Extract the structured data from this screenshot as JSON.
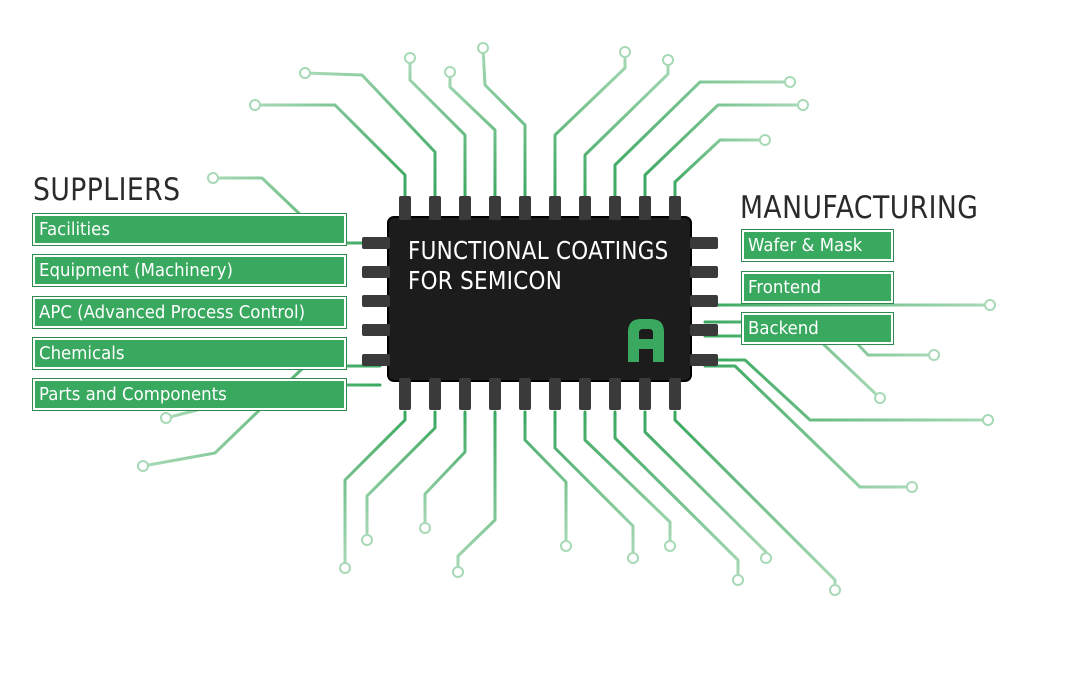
{
  "colors": {
    "trace": "#3aa85f",
    "trace_light": "#a8d9b6",
    "chip_body": "#1c1c1c",
    "pin_dark": "#3a3a3a",
    "label_fill": "#38a95f",
    "heading": "#2b2b2b"
  },
  "chip": {
    "title_line1": "FUNCTIONAL COATINGS",
    "title_line2": "FOR SEMICON",
    "logo_icon": "green-a-logo-icon"
  },
  "suppliers": {
    "heading": "SUPPLIERS",
    "items": [
      "Facilities",
      "Equipment (Machinery)",
      "APC (Advanced Process Control)",
      "Chemicals",
      "Parts and Components"
    ]
  },
  "manufacturing": {
    "heading": "MANUFACTURING",
    "items": [
      "Wafer & Mask",
      "Frontend",
      "Backend"
    ]
  }
}
